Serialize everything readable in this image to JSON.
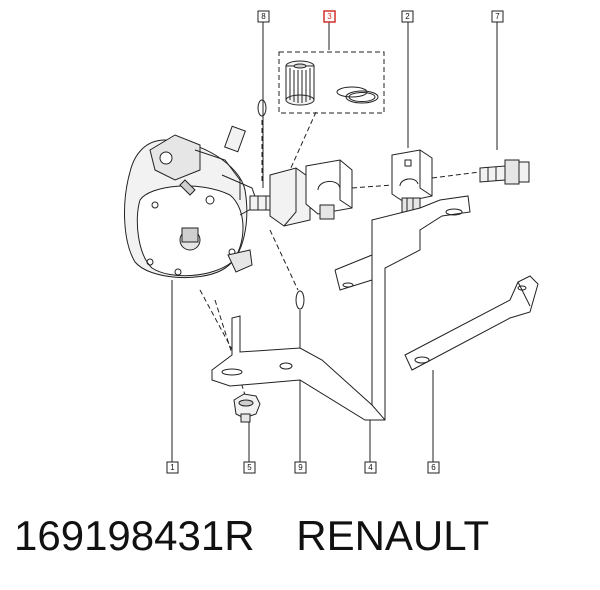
{
  "callouts": [
    {
      "id": "1",
      "highlighted": false
    },
    {
      "id": "2",
      "highlighted": false
    },
    {
      "id": "3",
      "highlighted": true
    },
    {
      "id": "4",
      "highlighted": false
    },
    {
      "id": "5",
      "highlighted": false
    },
    {
      "id": "6",
      "highlighted": false
    },
    {
      "id": "7",
      "highlighted": false
    },
    {
      "id": "8",
      "highlighted": false
    },
    {
      "id": "9",
      "highlighted": false
    }
  ],
  "caption": {
    "part_number": "169198431R",
    "brand": "RENAULT"
  },
  "colors": {
    "line": "#222222",
    "highlight": "#d0312d",
    "part_fill": "#f2f2f2",
    "shade": "#cfcfcf"
  }
}
